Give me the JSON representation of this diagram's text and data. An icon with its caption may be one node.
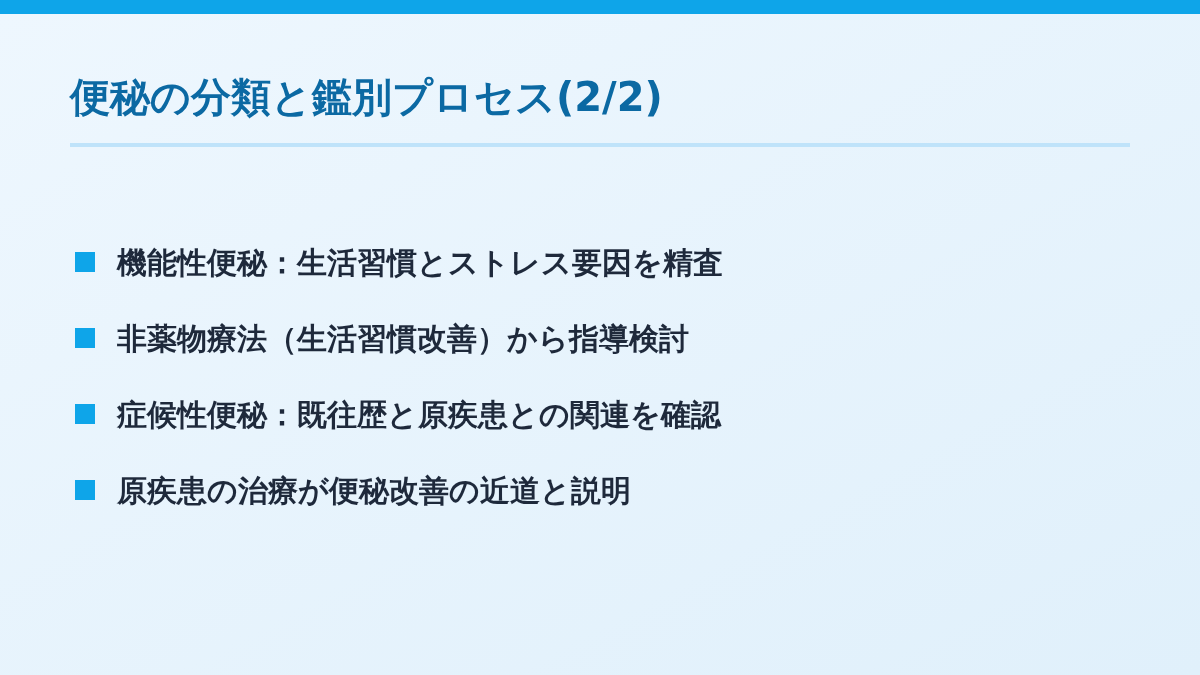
{
  "diagram": {
    "title": "便秘の分類と鑑別プロセス(2/2)",
    "labels": [
      "機能性便秘：生活習慣とストレス要因を精査",
      "非薬物療法（生活習慣改善）から指導検討",
      "症候性便秘：既往歴と原疾患との関連を確認",
      "原疾患の治療が便秘改善の近道と説明"
    ]
  }
}
